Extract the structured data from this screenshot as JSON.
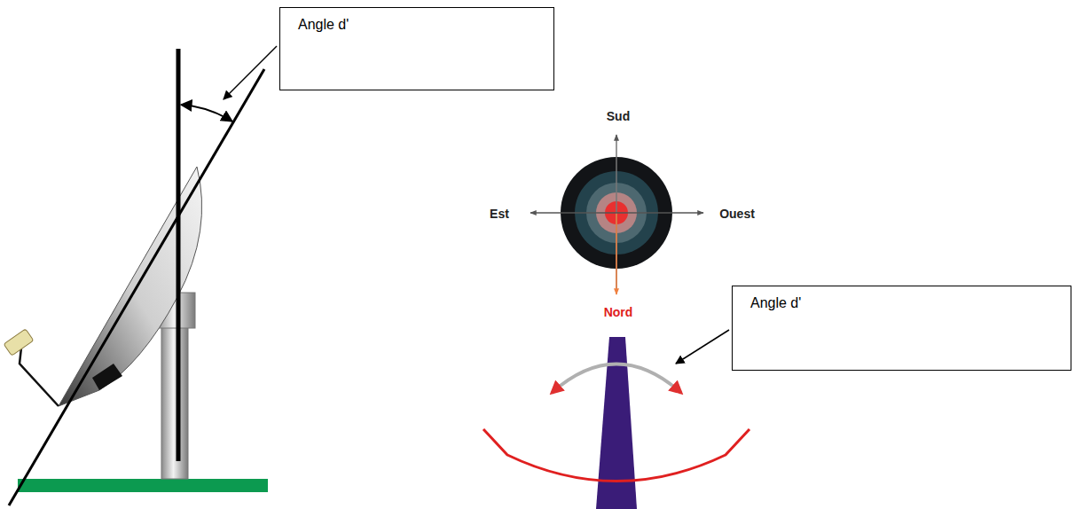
{
  "diagram": {
    "nodes": [
      {
        "text": [
          "Angle d'"
        ]
      },
      {
        "text": [
          "Angle d'"
        ]
      }
    ],
    "labels": [
      "Sud",
      "Est",
      "Ouest",
      "Nord"
    ]
  }
}
